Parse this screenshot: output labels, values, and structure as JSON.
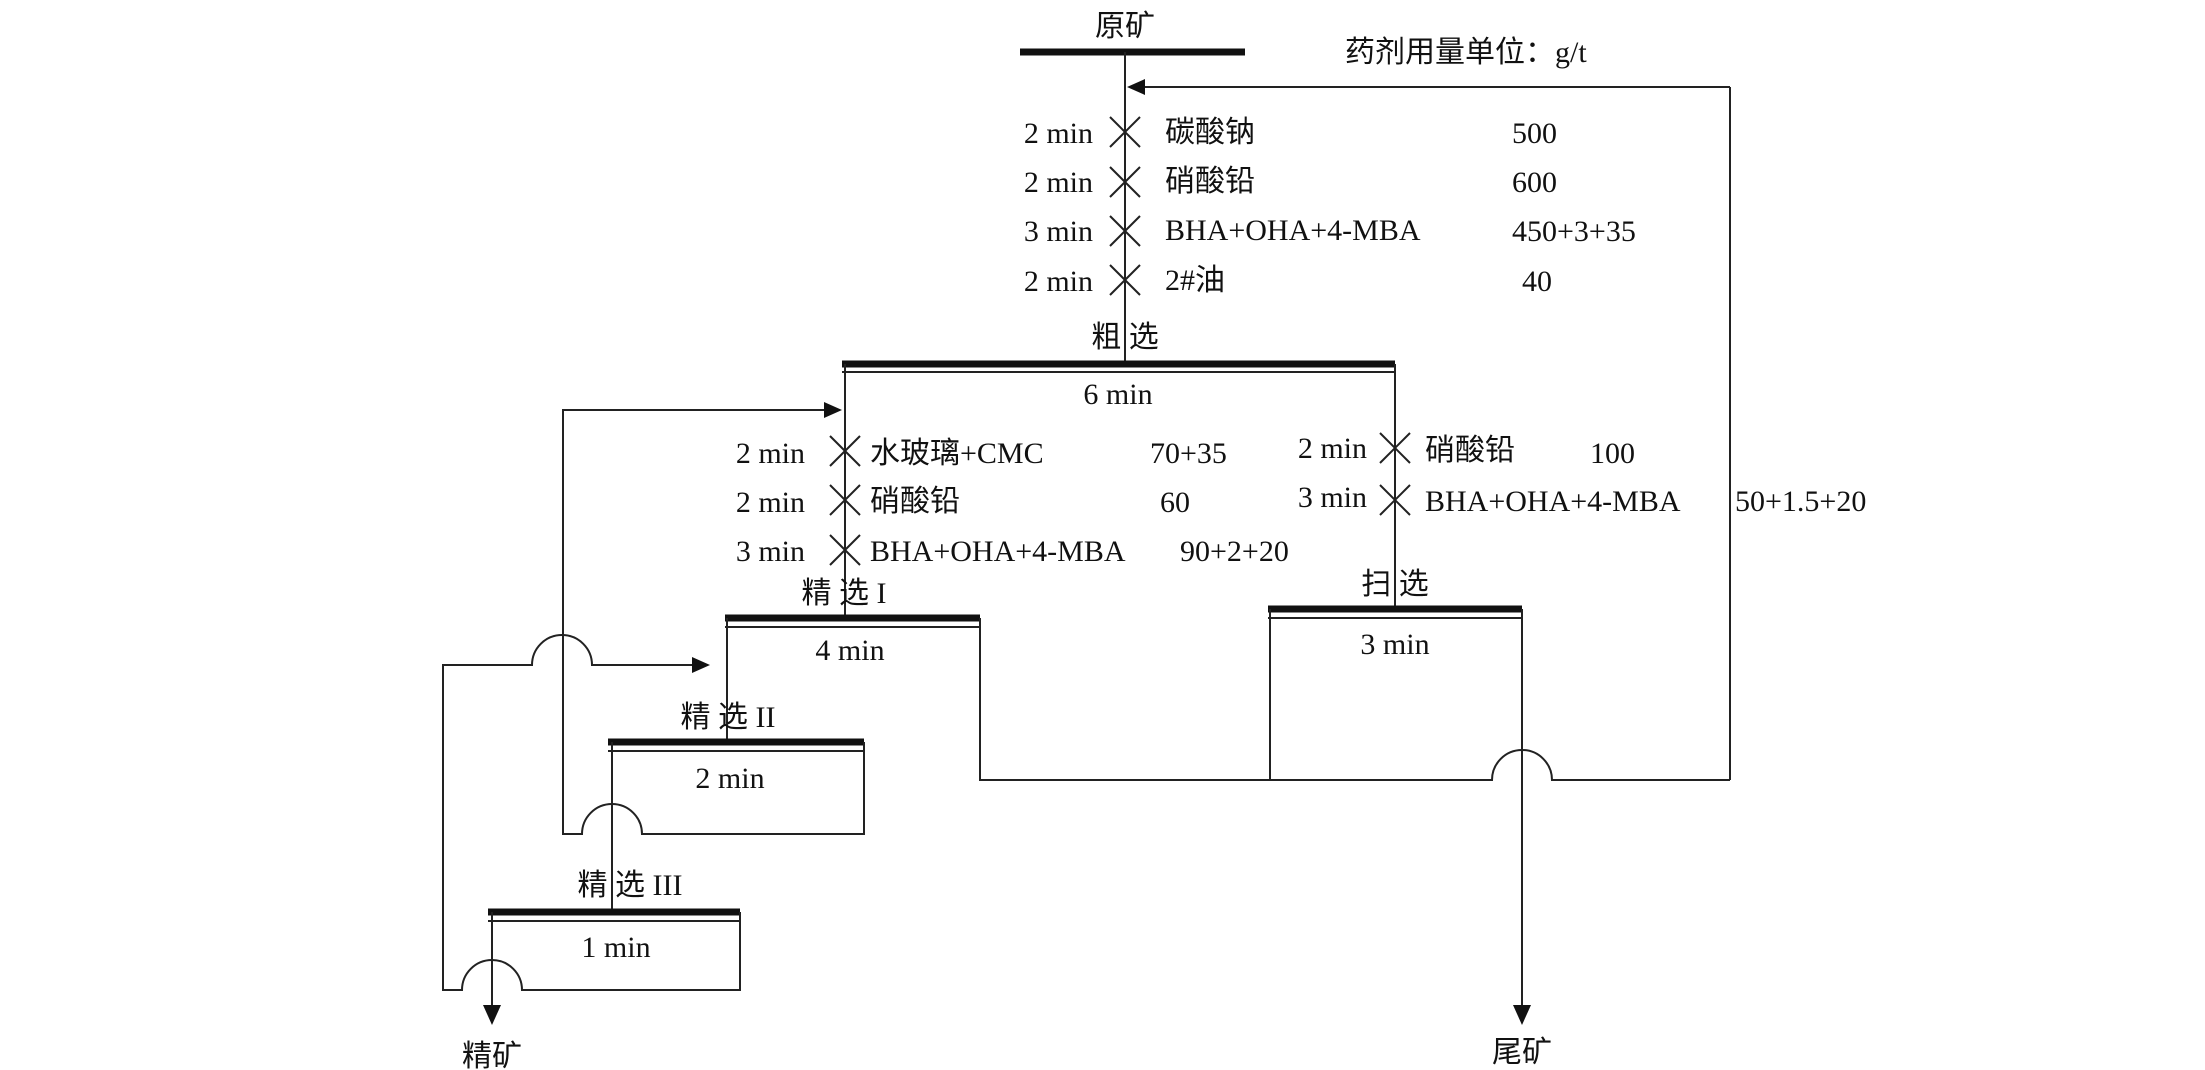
{
  "header": {
    "feed_label": "原矿",
    "unit_note": "药剂用量单位：g/t"
  },
  "rougher_reagents": [
    {
      "time": "2 min",
      "reagent": "碳酸钠",
      "dose": "500"
    },
    {
      "time": "2 min",
      "reagent": "硝酸铅",
      "dose": "600"
    },
    {
      "time": "3 min",
      "reagent": "BHA+OHA+4-MBA",
      "dose": "450+3+35"
    },
    {
      "time": "2 min",
      "reagent": "2#油",
      "dose": "40"
    }
  ],
  "rougher": {
    "label": "粗 选",
    "time": "6 min"
  },
  "cleaner1_reagents": [
    {
      "time": "2 min",
      "reagent": "水玻璃+CMC",
      "dose": "70+35"
    },
    {
      "time": "2 min",
      "reagent": "硝酸铅",
      "dose": "60"
    },
    {
      "time": "3 min",
      "reagent": "BHA+OHA+4-MBA",
      "dose": "90+2+20"
    }
  ],
  "scavenger_reagents": [
    {
      "time": "2 min",
      "reagent": "硝酸铅",
      "dose": "100"
    },
    {
      "time": "3 min",
      "reagent": "BHA+OHA+4-MBA",
      "dose": "50+1.5+20"
    }
  ],
  "cleaner1": {
    "label": "精 选 I",
    "time": "4 min"
  },
  "scavenger": {
    "label": "扫 选",
    "time": "3 min"
  },
  "cleaner2": {
    "label": "精 选 II",
    "time": "2 min"
  },
  "cleaner3": {
    "label": "精 选 III",
    "time": "1 min"
  },
  "outputs": {
    "concentrate": "精矿",
    "tailings": "尾矿"
  },
  "colors": {
    "line": "#222222",
    "bar": "#111111"
  }
}
